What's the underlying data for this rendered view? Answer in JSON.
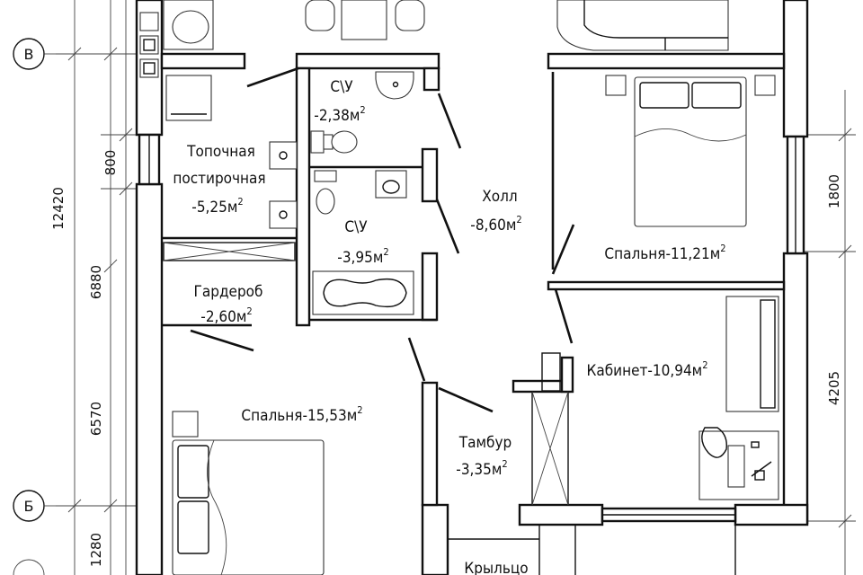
{
  "rooms": [
    {
      "name": "С\\У",
      "area": "-2,38м",
      "sup": "2"
    },
    {
      "name": "Топочная",
      "area": "",
      "sup": ""
    },
    {
      "name": "постирочная",
      "area": "-5,25м",
      "sup": "2"
    },
    {
      "name": "С\\У",
      "area": "-3,95м",
      "sup": "2"
    },
    {
      "name": "Холл",
      "area": "-8,60м",
      "sup": "2"
    },
    {
      "name": "Спальня-11,21м",
      "area": "",
      "sup": "2"
    },
    {
      "name": "Гардероб",
      "area": "-2,60м",
      "sup": "2"
    },
    {
      "name": "Кабинет-10,94м",
      "area": "",
      "sup": "2"
    },
    {
      "name": "Спальня-15,53м",
      "area": "",
      "sup": "2"
    },
    {
      "name": "Тамбур",
      "area": "-3,35м",
      "sup": "2"
    },
    {
      "name": "Крыльцо",
      "area": "",
      "sup": ""
    }
  ],
  "dimensions": {
    "left_outer": "12420",
    "left_a": "6880",
    "left_b": "6570",
    "left_c": "1280",
    "left_small": "800",
    "right_a": "1800",
    "right_b": "4205"
  },
  "axes": {
    "top": "В",
    "bottom": "Б"
  }
}
